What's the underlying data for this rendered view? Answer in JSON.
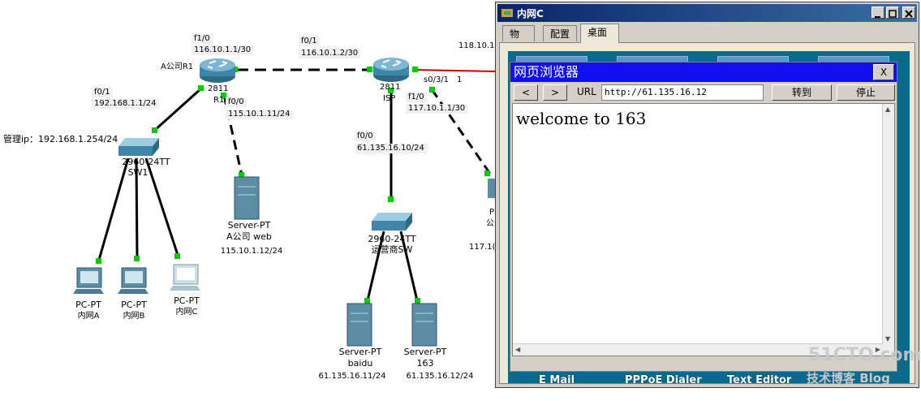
{
  "topology": {
    "r1": {
      "name": "A公司R1",
      "model": "2811",
      "short": "R1",
      "f10": "f1/0",
      "f10_ip": "116.10.1.1/30",
      "f01": "f0/1",
      "f01_ip": "192.168.1.1/24",
      "f00": "f0/0",
      "f00_ip": "115.10.1.11/24"
    },
    "isp": {
      "model": "2811",
      "name": "ISP",
      "f01": "f0/1",
      "f01_ip": "116.10.1.2/30",
      "f00": "f0/0",
      "f00_ip": "61.135.16.10/24",
      "f10": "f1/0",
      "f10_ip": "117.10.1.1/30",
      "s031": "s0/3/1",
      "s031_num": "1",
      "far_ip": "118.10.1"
    },
    "sw1": {
      "model": "2960-24TT",
      "name": "SW1",
      "mgmt": "管理ip：192.168.1.254/24"
    },
    "sw2": {
      "model": "2960-24TT",
      "name": "运营商SW"
    },
    "server_a": {
      "model": "Server-PT",
      "name": "A公司 web",
      "ip": "115.10.1.12/24"
    },
    "server_baidu": {
      "model": "Server-PT",
      "name": "baidu",
      "ip": "61.135.16.11/24"
    },
    "server_163": {
      "model": "Server-PT",
      "name": "163",
      "ip": "61.135.16.12/24"
    },
    "pc_a": {
      "model": "PC-PT",
      "name": "内网A"
    },
    "pc_b": {
      "model": "PC-PT",
      "name": "内网B"
    },
    "pc_c": {
      "model": "PC-PT",
      "name": "内网C"
    },
    "partial_pc": {
      "model": "P",
      "name": "公",
      "ip": "117.1("
    }
  },
  "window": {
    "title": "内网C",
    "tabs": [
      "物理",
      "配置",
      "桌面"
    ],
    "active_tab": "桌面"
  },
  "browser": {
    "title": "网页浏览器",
    "close": "X",
    "back": "<",
    "forward": ">",
    "url_label": "URL",
    "url": "http://61.135.16.12",
    "go": "转到",
    "stop": "停止",
    "content": "welcome to 163"
  },
  "desktop_apps": [
    "E Mail",
    "PPPoE Dialer",
    "Text Editor"
  ],
  "watermark": {
    "line1": "51CTO.com",
    "line2": "技术博客  Blog"
  },
  "colors": {
    "link_green": "#00cc00",
    "serial_red": "#cc0000",
    "title_blue": "#1010f0"
  }
}
